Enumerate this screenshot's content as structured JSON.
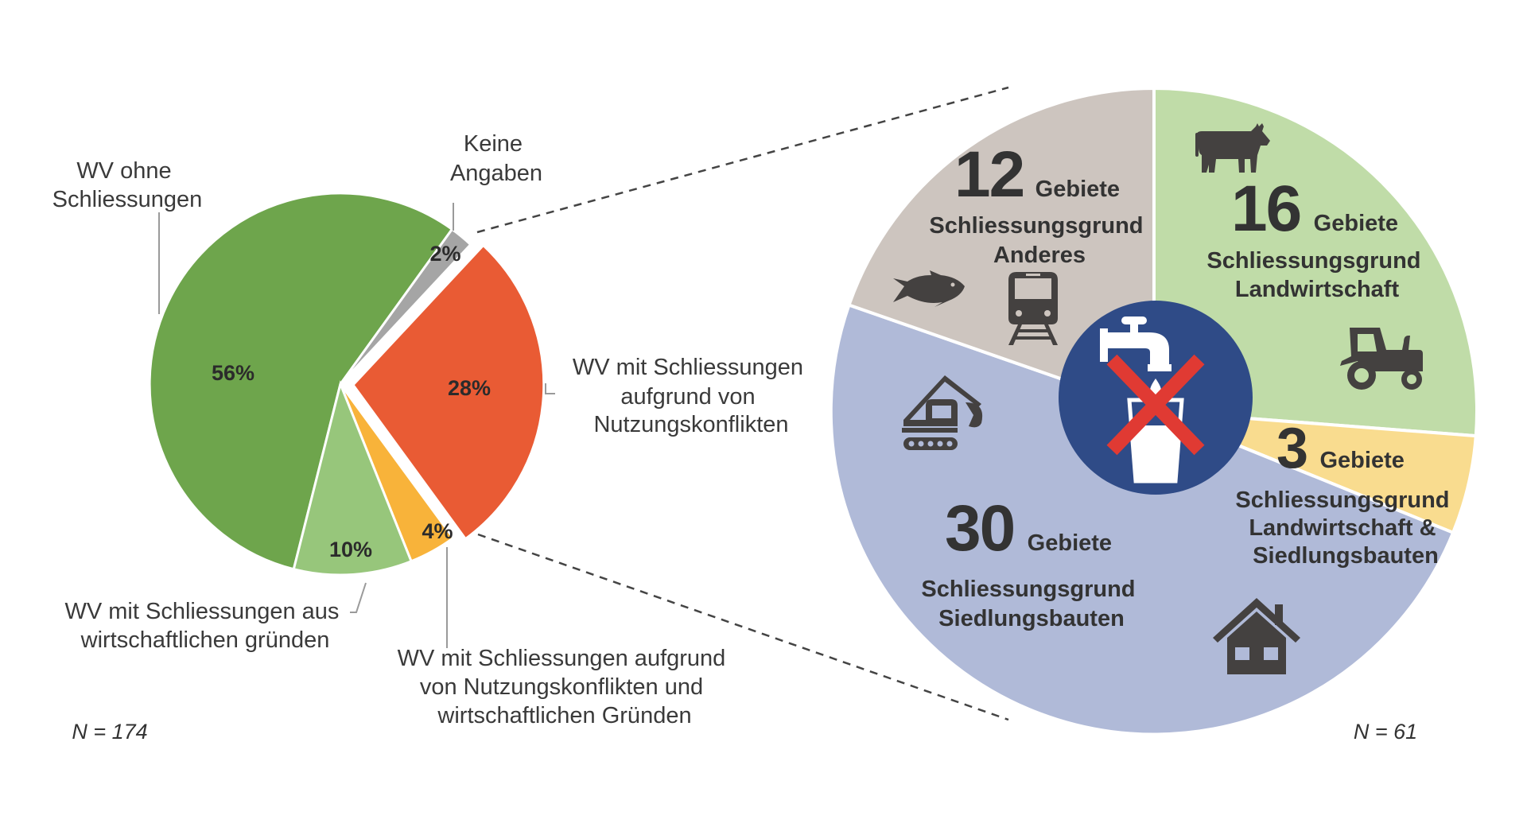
{
  "chart_data": [
    {
      "type": "pie",
      "title": "",
      "sample_size_label": "N = 174",
      "categories": [
        "WV ohne Schliessungen",
        "Keine Angaben",
        "WV mit Schliessungen aufgrund von Nutzungskonflikten",
        "WV mit Schliessungen aufgrund von Nutzungskonflikten und wirtschaftlichen Gründen",
        "WV mit Schliessungen aus wirtschaftlichen gründen"
      ],
      "values": [
        56,
        2,
        28,
        4,
        10
      ],
      "value_labels": [
        "56%",
        "2%",
        "28%",
        "4%",
        "10%"
      ],
      "colors": [
        "#6ea54c",
        "#a5a5a5",
        "#e95b34",
        "#f8b33a",
        "#97c67b"
      ],
      "exploded": "WV mit Schliessungen aufgrund von Nutzungskonflikten"
    },
    {
      "type": "pie",
      "title": "",
      "sample_size_label": "N = 61",
      "categories": [
        "Schliessungsgrund Landwirtschaft",
        "Schliessungsgrund Landwirtschaft & Siedlungsbauten",
        "Schliessungsgrund Siedlungsbauten",
        "Schliessungsgrund Anderes"
      ],
      "values": [
        16,
        3,
        30,
        12
      ],
      "unit": "Gebiete",
      "colors": [
        "#c0dca8",
        "#f9dc8f",
        "#b0bad8",
        "#cdc5bf"
      ],
      "note": "Breakdown of the exploded 28% slice"
    }
  ],
  "left_pie": {
    "n_label": "N = 174",
    "slices": {
      "ohne": {
        "pct": "56%",
        "label_lines": [
          "WV ohne",
          "Schliessungen"
        ],
        "color": "#6ea54c"
      },
      "keine": {
        "pct": "2%",
        "label_lines": [
          "Keine",
          "Angaben"
        ],
        "color": "#a5a5a5"
      },
      "konflikt": {
        "pct": "28%",
        "label_lines": [
          "WV mit Schliessungen",
          "aufgrund von",
          "Nutzungskonflikten"
        ],
        "color": "#e95b34"
      },
      "beides": {
        "pct": "4%",
        "label_lines": [
          "WV mit Schliessungen aufgrund",
          "von Nutzungskonflikten und",
          "wirtschaftlichen Gründen"
        ],
        "color": "#f8b33a"
      },
      "wirtschaft": {
        "pct": "10%",
        "label_lines": [
          "WV mit Schliessungen aus",
          "wirtschaftlichen gründen"
        ],
        "color": "#97c67b"
      }
    }
  },
  "right_pie": {
    "n_label": "N = 61",
    "center_icon": "no-drinking-water-icon",
    "unit_label": "Gebiete",
    "slices": {
      "anderes": {
        "count": "12",
        "lines": [
          "Schliessungsgrund",
          "Anderes"
        ],
        "icons": [
          "fish-icon",
          "train-icon"
        ]
      },
      "landwirtschaft": {
        "count": "16",
        "lines": [
          "Schliessungsgrund",
          "Landwirtschaft"
        ],
        "icons": [
          "cow-icon",
          "tractor-icon"
        ]
      },
      "beides": {
        "count": "3",
        "lines": [
          "Schliessungsgrund",
          "Landwirtschaft &",
          "Siedlungsbauten"
        ],
        "icons": []
      },
      "siedlung": {
        "count": "30",
        "lines": [
          "Schliessungsgrund",
          "Siedlungsbauten"
        ],
        "icons": [
          "excavator-icon",
          "house-icon"
        ]
      }
    }
  }
}
